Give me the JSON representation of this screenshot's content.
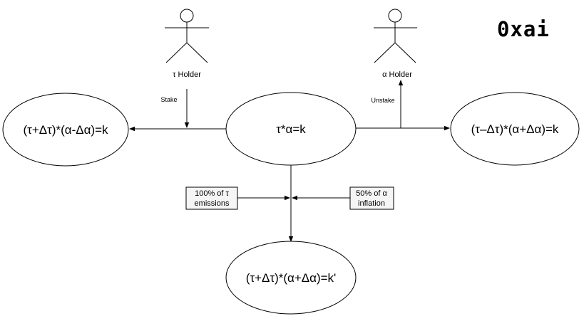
{
  "brand": {
    "logo_text": "0xai"
  },
  "actors": {
    "tau_holder": "τ Holder",
    "alpha_holder": "α Holder"
  },
  "nodes": {
    "center": "τ*α=k",
    "left": "(τ+Δτ)*(α-Δα)=k",
    "right": "(τ–Δτ)*(α+Δα)=k",
    "bottom": "(τ+Δτ)*(α+Δα)=k'"
  },
  "edges": {
    "stake": "Stake",
    "unstake": "Unstake"
  },
  "inputs": {
    "tau_emissions": [
      "100% of τ",
      "emissions"
    ],
    "alpha_inflation": [
      "50% of α",
      "inflation"
    ]
  },
  "colors": {
    "ellipse_fill": "#ffffff",
    "stroke": "#000000",
    "box_fill": "#f5f5f5"
  }
}
